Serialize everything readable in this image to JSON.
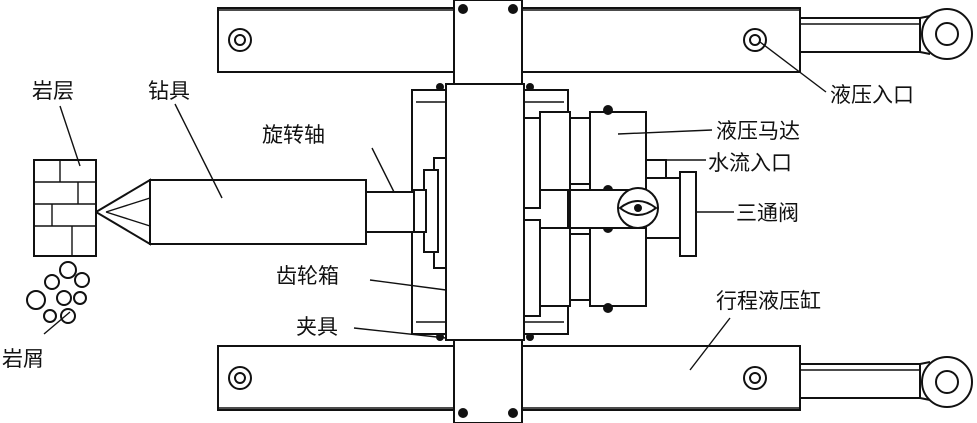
{
  "labels": {
    "rock_layer": "岩层",
    "drill_tool": "钻具",
    "rotary_shaft": "旋转轴",
    "gearbox": "齿轮箱",
    "clamp": "夹具",
    "rock_debris": "岩屑",
    "hydraulic_inlet": "液压入口",
    "hydraulic_motor": "液压马达",
    "water_inlet": "水流入口",
    "three_way_valve": "三通阀",
    "stroke_cylinder": "行程液压缸"
  }
}
